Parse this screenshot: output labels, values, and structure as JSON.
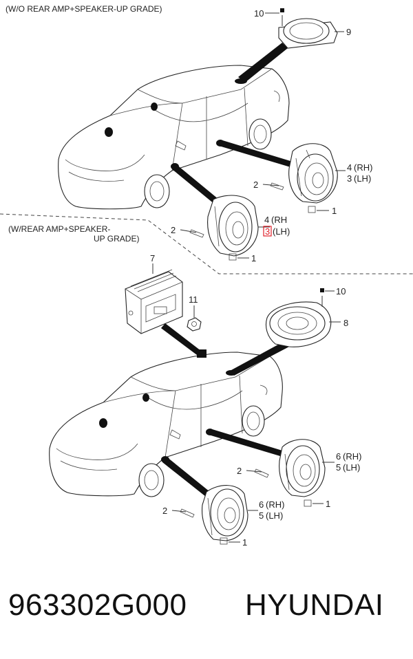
{
  "captions": {
    "top": "(W/O REAR AMP+SPEAKER-UP GRADE)",
    "middle_line1": "(W/REAR AMP+SPEAKER-",
    "middle_line2": "UP GRADE)"
  },
  "callouts": {
    "top": {
      "c10": "10",
      "c9": "9",
      "c4_rh": "4",
      "rh1": "(RH)",
      "c3_lh": "3",
      "lh1": "(LH)",
      "c2_a": "2",
      "c1_a": "1",
      "c2_b": "2",
      "c4_rh_b": "4",
      "rh2": "(RH",
      "c3_lh_b": "3",
      "lh2": "(LH)",
      "c1_b": "1"
    },
    "bottom": {
      "c7": "7",
      "c11": "11",
      "c10": "10",
      "c8": "8",
      "c6_rh": "6",
      "rh1": "(RH)",
      "c5_lh": "5",
      "lh1": "(LH)",
      "c2_a": "2",
      "c1_a": "1",
      "c2_b": "2",
      "c6_rh_b": "6",
      "rh2": "(RH)",
      "c5_lh_b": "5",
      "lh2": "(LH)",
      "c1_b": "1"
    }
  },
  "highlight_color": "#e0202a",
  "footer": {
    "part_number": "963302G000",
    "brand": "HYUNDAI"
  }
}
